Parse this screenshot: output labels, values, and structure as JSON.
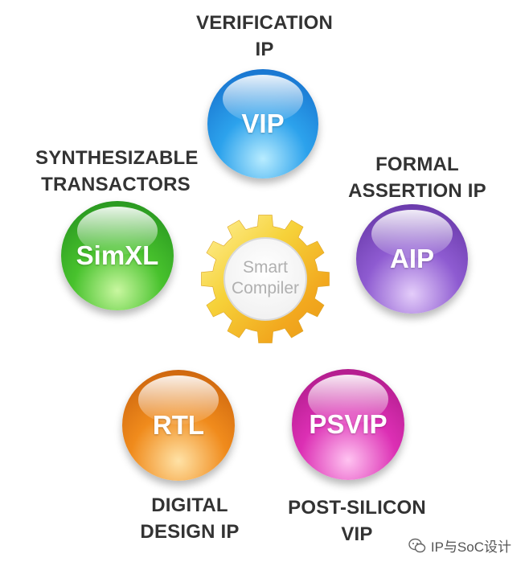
{
  "labels": {
    "verification": {
      "line1": "VERIFICATION",
      "line2": "IP"
    },
    "synthesizable": {
      "line1": "SYNTHESIZABLE",
      "line2": "TRANSACTORS"
    },
    "formal": {
      "line1": "FORMAL",
      "line2": "ASSERTION IP"
    },
    "digital": {
      "line1": "DIGITAL",
      "line2": "DESIGN IP"
    },
    "postsilicon": {
      "line1": "POST-SILICON",
      "line2": "VIP"
    }
  },
  "spheres": {
    "vip": {
      "text": "VIP",
      "color": "#2ca2ec"
    },
    "simxl": {
      "text": "SimXL",
      "color": "#48c22d"
    },
    "aip": {
      "text": "AIP",
      "color": "#8e5bd1"
    },
    "rtl": {
      "text": "RTL",
      "color": "#f08b1c"
    },
    "psvip": {
      "text": "PSVIP",
      "color": "#dc2fb4"
    }
  },
  "gear": {
    "line1": "Smart",
    "line2": "Compiler",
    "color": "#f2c428"
  },
  "watermark": {
    "text": "IP与SoC设计",
    "icon": "wechat-icon"
  }
}
